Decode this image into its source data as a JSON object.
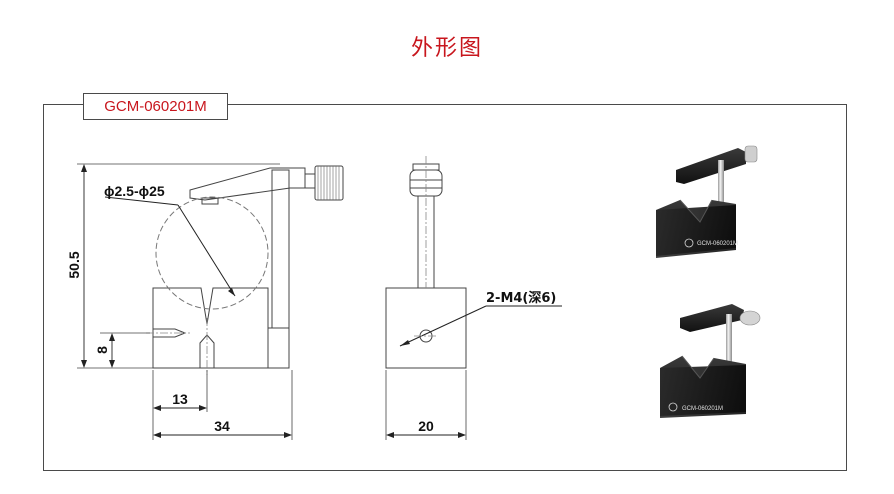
{
  "page": {
    "title": "外形图"
  },
  "drawing": {
    "model": "GCM-060201M",
    "dims": {
      "diameter_range": "ϕ2.5-ϕ25",
      "height": "50.5",
      "small_height": "8",
      "offset": "13",
      "width": "34",
      "depth": "20",
      "thread": "2-M4(深6)"
    },
    "photos": {
      "top_label": "GCM-060201M",
      "bottom_label": "GCM-060201M"
    }
  },
  "colors": {
    "accent": "#c8161d",
    "line": "#4a4a4a"
  }
}
